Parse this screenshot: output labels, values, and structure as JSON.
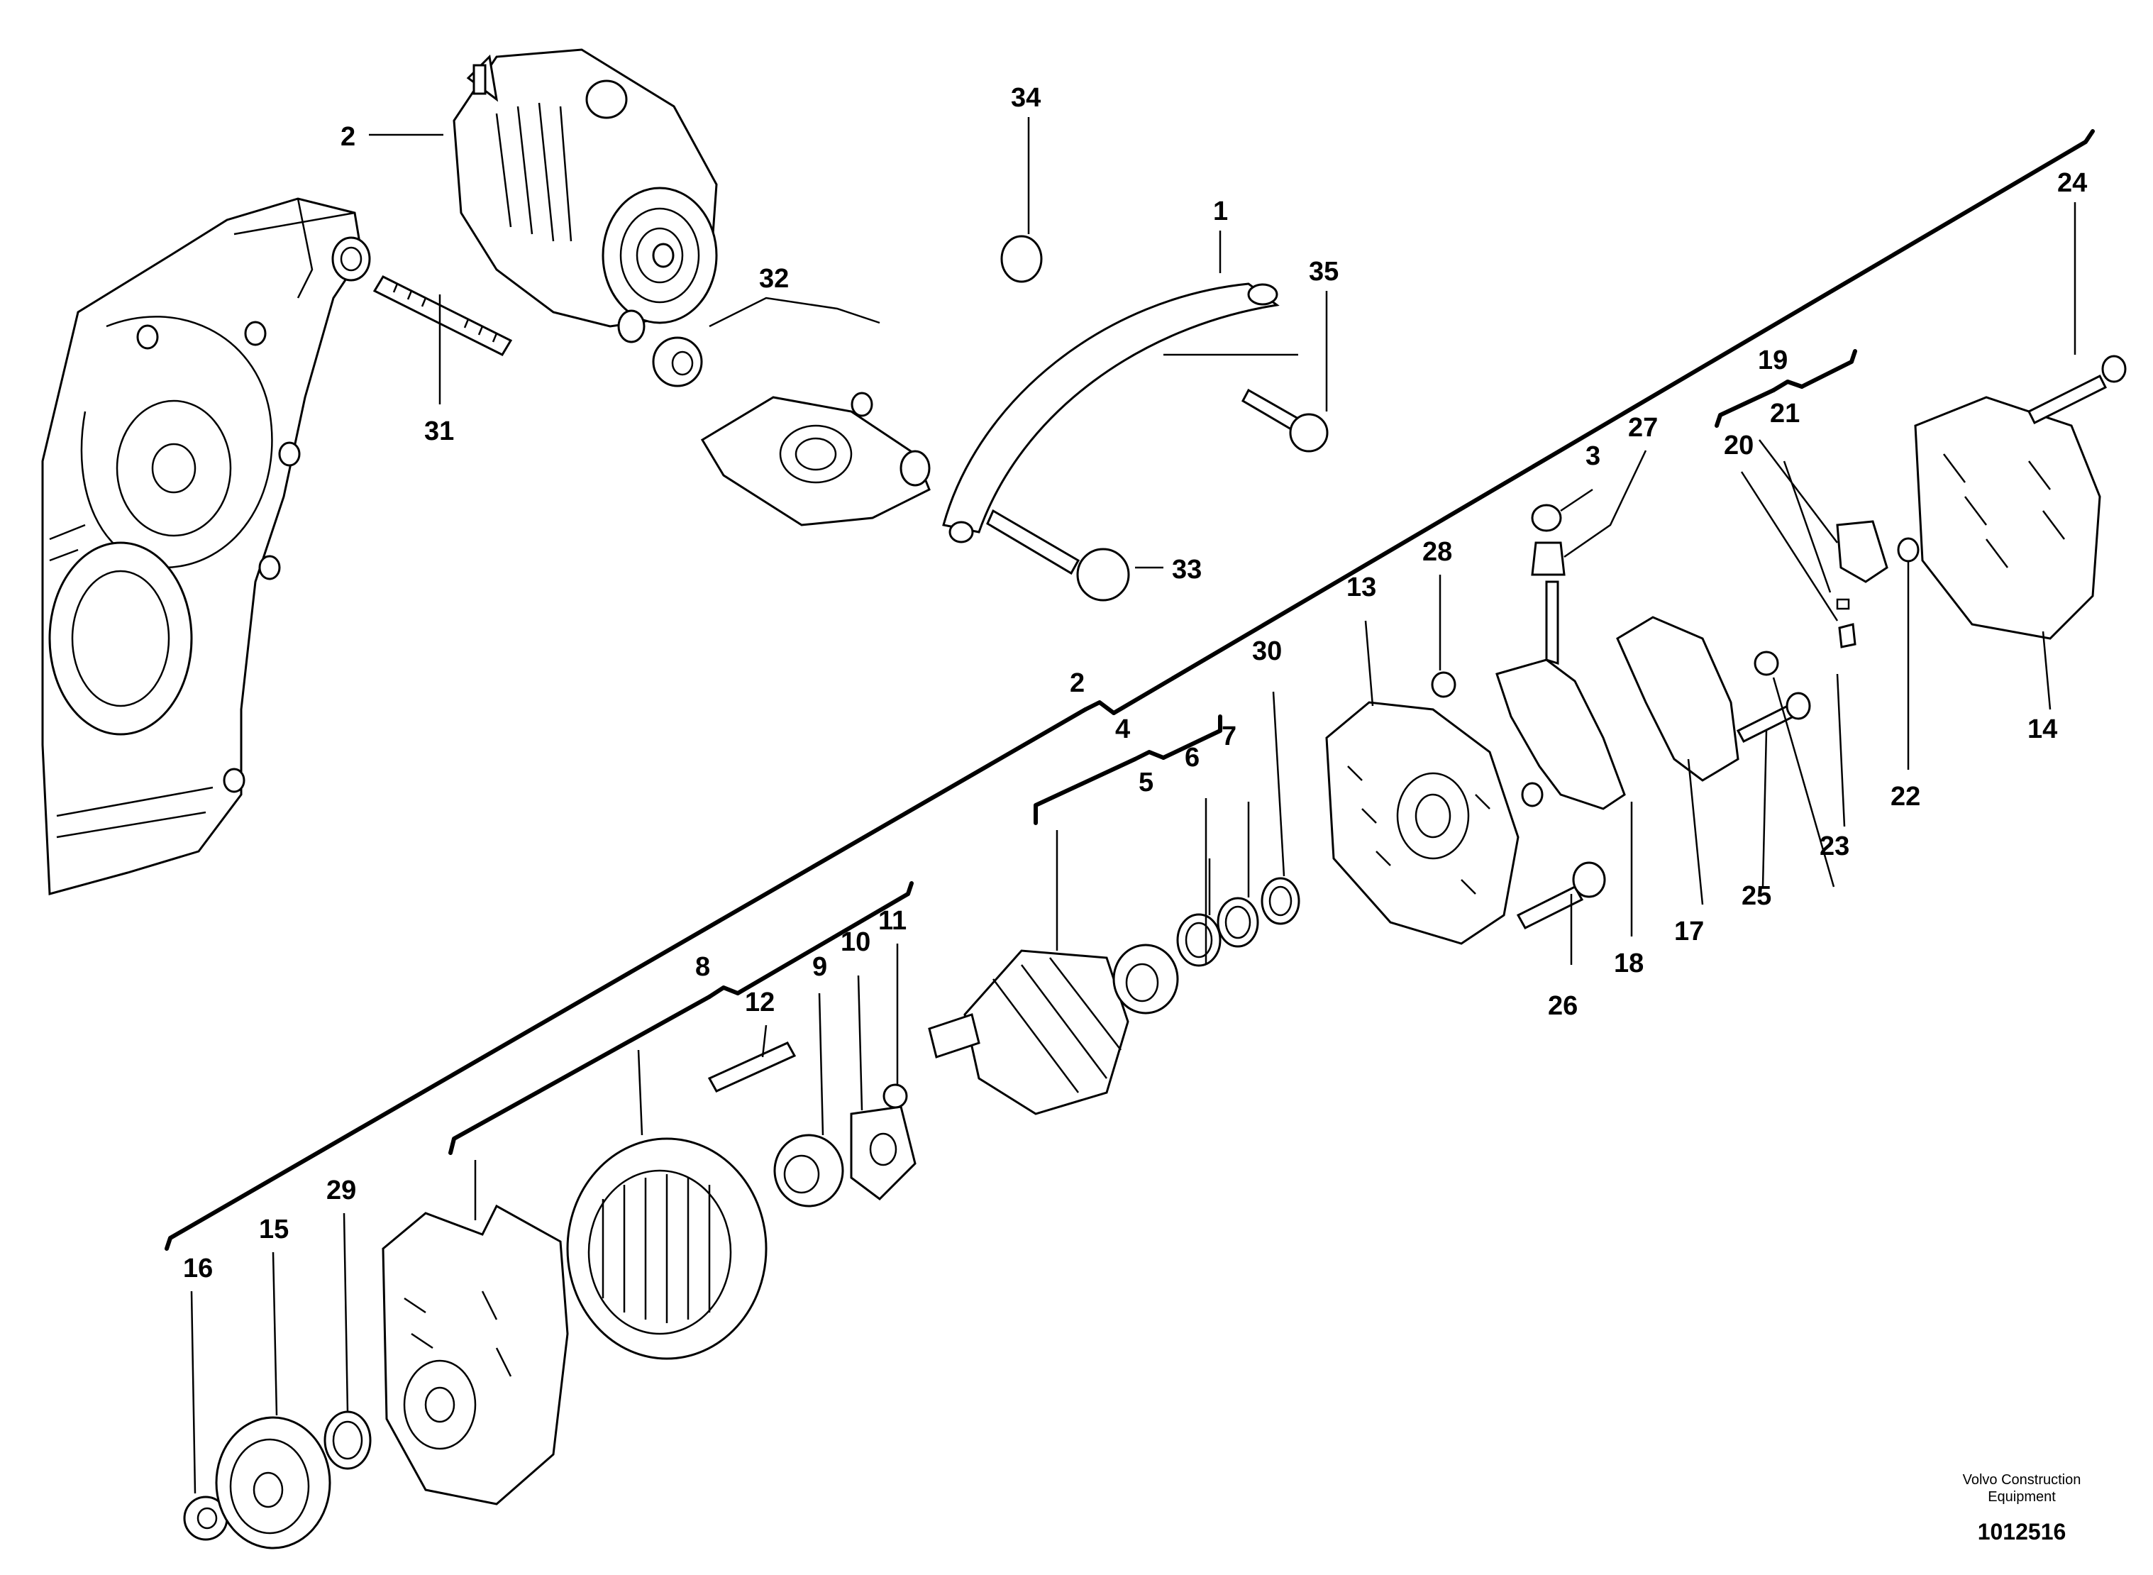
{
  "labels": {
    "p1": "1",
    "p2_top": "2",
    "p2_group": "2",
    "p3": "3",
    "p4": "4",
    "p5": "5",
    "p6": "6",
    "p7": "7",
    "p8": "8",
    "p9": "9",
    "p10": "10",
    "p11": "11",
    "p12": "12",
    "p13": "13",
    "p14": "14",
    "p15": "15",
    "p16": "16",
    "p17": "17",
    "p18": "18",
    "p19": "19",
    "p20": "20",
    "p21": "21",
    "p22": "22",
    "p23": "23",
    "p24": "24",
    "p25": "25",
    "p26": "26",
    "p27": "27",
    "p28": "28",
    "p29": "29",
    "p30": "30",
    "p31": "31",
    "p32": "32",
    "p33": "33",
    "p34": "34",
    "p35": "35"
  },
  "footer": {
    "brand_line1": "Volvo Construction",
    "brand_line2": "Equipment",
    "doc_number": "1012516"
  }
}
